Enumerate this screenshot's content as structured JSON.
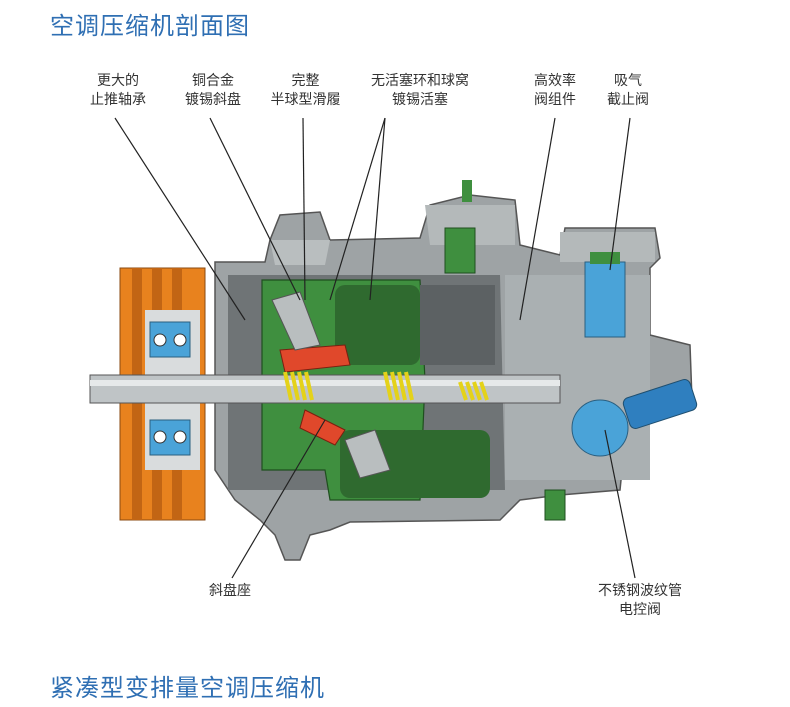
{
  "title_top": "空调压缩机剖面图",
  "title_bottom": "紧凑型变排量空调压缩机",
  "labels": {
    "thrust_bearing": [
      "更大的",
      "止推轴承"
    ],
    "swashplate": [
      "铜合金",
      "镀锡斜盘"
    ],
    "slipper": [
      "完整",
      "半球型滑履"
    ],
    "piston": [
      "无活塞环和球窝",
      "镀锡活塞"
    ],
    "valve_assembly": [
      "高效率",
      "阀组件"
    ],
    "suction_valve": [
      "吸气",
      "截止阀"
    ],
    "swashplate_seat": [
      "斜盘座"
    ],
    "control_valve": [
      "不锈钢波纹管",
      "电控阀"
    ]
  },
  "colors": {
    "title": "#2f6fb3",
    "housing": "#8f9496",
    "green": "#3f8f3f",
    "orange": "#e8821e",
    "red": "#e0482b",
    "yellow": "#e4d21a",
    "blue": "#4aa3d8"
  }
}
